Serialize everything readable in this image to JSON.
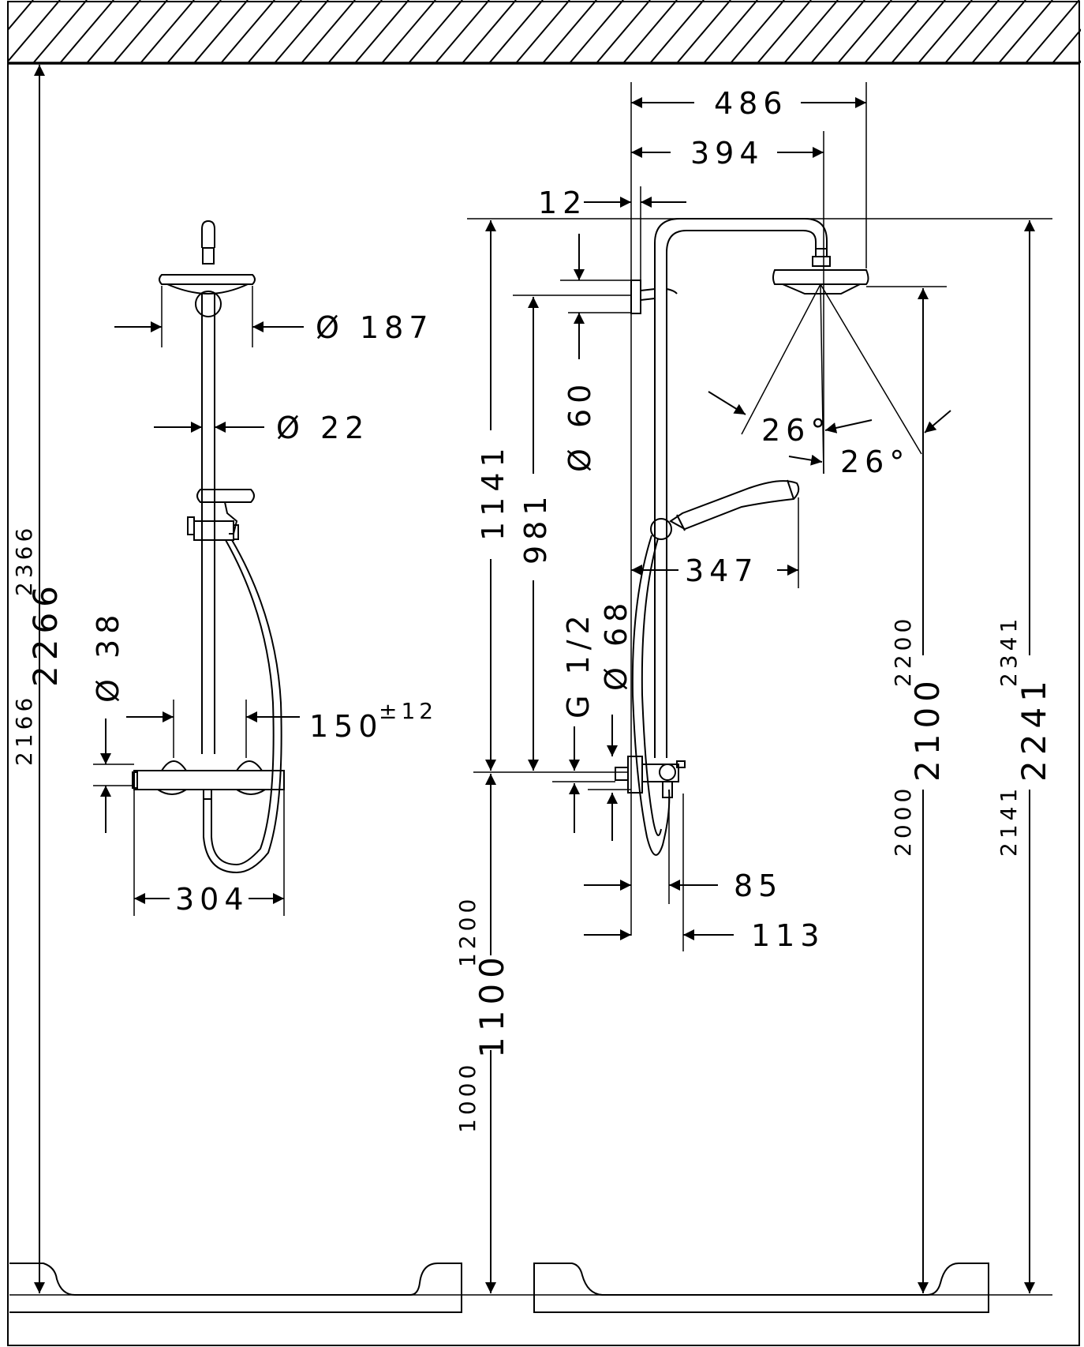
{
  "dimensions": {
    "d187": "Ø 187",
    "d22": "Ø 22",
    "d38": "Ø 38",
    "tol150": "150",
    "tol150_sup": "±12",
    "w304": "304",
    "h2266": "2266",
    "h2366": "2366",
    "h2166": "2166",
    "w486": "486",
    "w394": "394",
    "w12": "12",
    "d60": "Ø 60",
    "h1141": "1141",
    "h981": "981",
    "ang26a": "26°",
    "ang26b": "26°",
    "w347": "347",
    "g12": "G 1/2",
    "d68": "Ø 68",
    "w85": "85",
    "w113": "113",
    "h1100": "1100",
    "h1200": "1200",
    "h1000": "1000",
    "h2100": "2100",
    "h2200": "2200",
    "h2000": "2000",
    "h2241": "2241",
    "h2341": "2341",
    "h2141": "2141"
  }
}
